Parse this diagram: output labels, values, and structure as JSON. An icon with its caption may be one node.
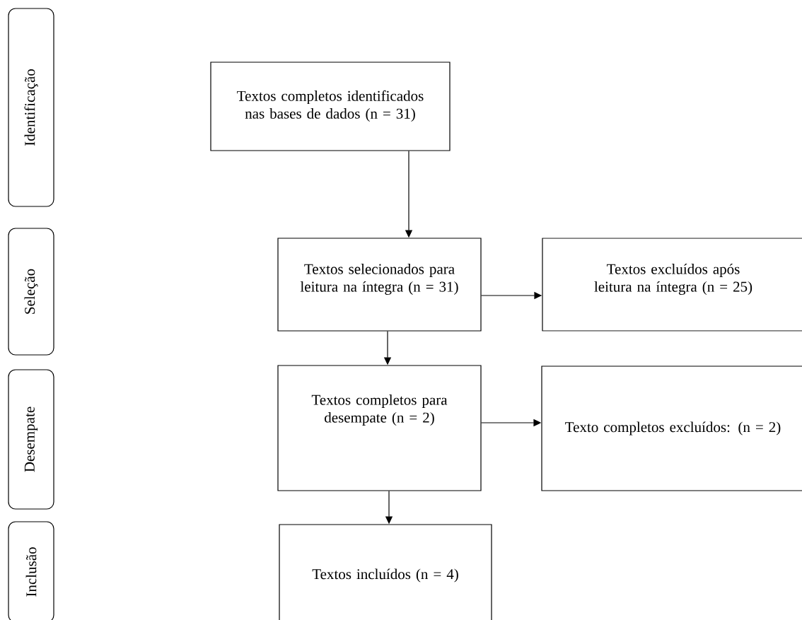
{
  "diagram": {
    "nodes": [
      {
        "text": [
          "Identificação"
        ]
      },
      {
        "text": [
          "Seleção"
        ]
      },
      {
        "text": [
          "Desempate"
        ]
      },
      {
        "text": [
          "Inclusão"
        ]
      },
      {
        "text": [
          "Textos completos identificados nas bases de dados (n = 31)"
        ]
      },
      {
        "text": [
          "Textos selecionados para leitura na íntegra (n = 31)"
        ]
      },
      {
        "text": [
          "Textos excluídos após leitura na íntegra (n = 25)"
        ]
      },
      {
        "text": [
          "Textos completos para desempate (n = 2)"
        ]
      },
      {
        "text": [
          "Texto completos excluídos: (n = 2)"
        ]
      },
      {
        "text": [
          "Textos incluídos (n = 4)"
        ]
      }
    ],
    "edges": [
      {
        "from": 4,
        "to": 5,
        "arrow": "to"
      },
      {
        "from": 5,
        "to": 6,
        "arrow": "to"
      },
      {
        "from": 5,
        "to": 7,
        "arrow": "to"
      },
      {
        "from": 7,
        "to": 8,
        "arrow": "to"
      },
      {
        "from": 7,
        "to": 9,
        "arrow": "to"
      }
    ]
  }
}
